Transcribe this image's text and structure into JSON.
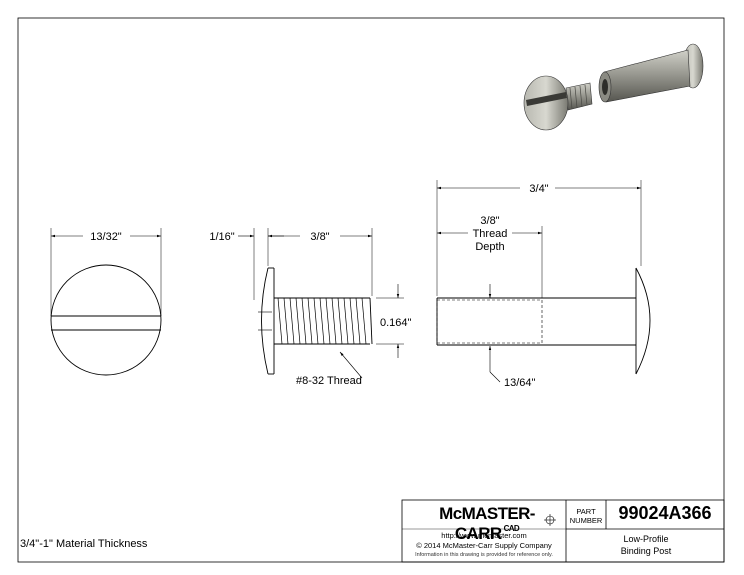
{
  "dimensions": {
    "head_diameter": "13/32\"",
    "head_thickness": "1/16\"",
    "screw_length": "3/8\"",
    "thread_diameter": "0.164\"",
    "thread_spec": "#8-32 Thread",
    "post_length": "3/4\"",
    "thread_depth_value": "3/8\"",
    "thread_depth_word1": "Thread",
    "thread_depth_word2": "Depth",
    "bore_size": "13/64\""
  },
  "notes": {
    "material_thickness": "3/4\"-1\" Material Thickness"
  },
  "title_block": {
    "brand": "McMASTER-CARR",
    "cad_mark": "CAD",
    "url": "http://www.mcmaster.com",
    "copyright": "© 2014 McMaster-Carr Supply Company",
    "info": "Information in this drawing is provided for reference only.",
    "part_label_1": "PART",
    "part_label_2": "NUMBER",
    "part_number": "99024A366",
    "description_line1": "Low-Profile",
    "description_line2": "Binding Post"
  },
  "colors": {
    "line": "#000000",
    "render_metal": "#9a9a92",
    "render_dark": "#55554f"
  }
}
